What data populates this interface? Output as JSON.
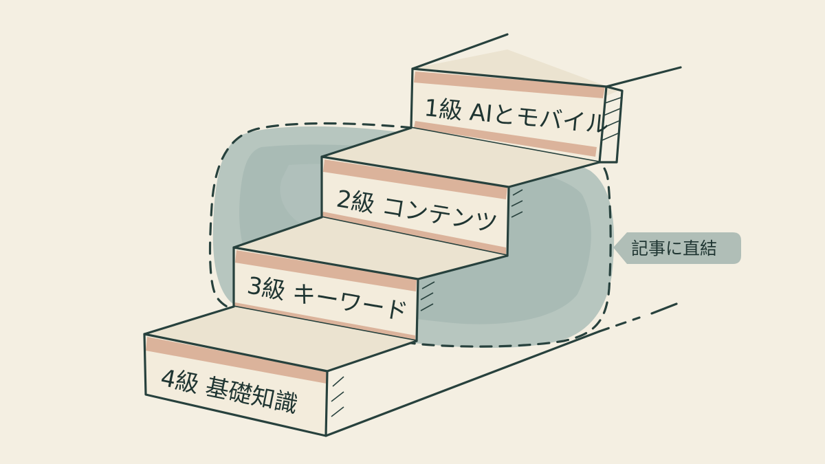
{
  "steps": [
    {
      "label": "1級 AIとモバイル"
    },
    {
      "label": "2級 コンテンツ"
    },
    {
      "label": "3級 キーワード"
    },
    {
      "label": "4級 基礎知識"
    }
  ],
  "callout": {
    "label": "記事に直結"
  },
  "colors": {
    "background": "#f4efe2",
    "ink": "#27413d",
    "wash": "#9fb3ae",
    "accent_terracotta": "#d6a98f",
    "callout_fill": "#a9b8b3"
  }
}
